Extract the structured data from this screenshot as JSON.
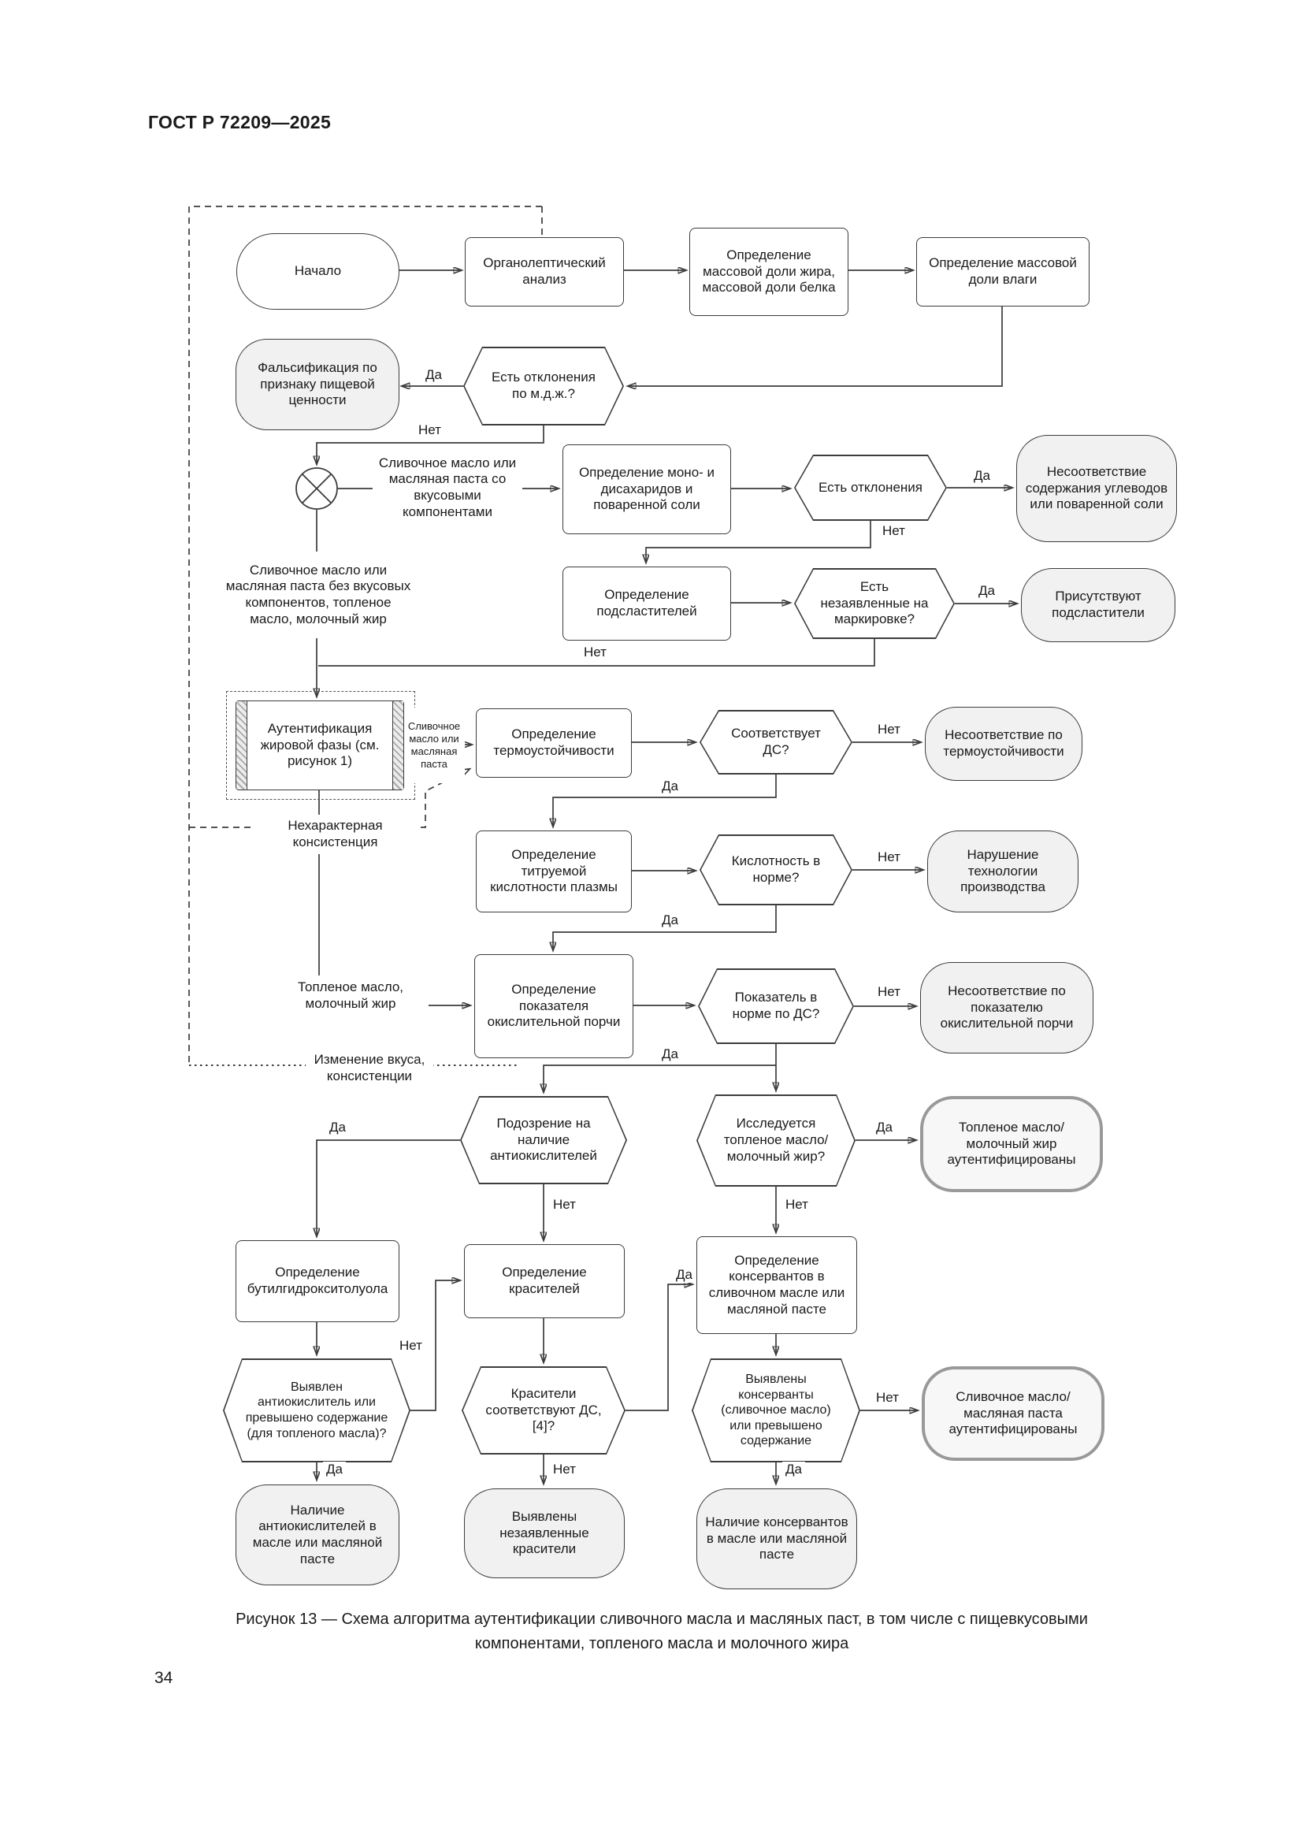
{
  "page": {
    "header": "ГОСТ Р 72209—2025",
    "page_number": "34",
    "caption": "Рисунок 13 — Схема алгоритма аутентификации сливочного масла и масляных паст, в том числе с пищевкусовыми компонентами, топленого масла и молочного жира"
  },
  "labels": {
    "yes": "Да",
    "no": "Нет"
  },
  "colors": {
    "ink": "#3c3c3c",
    "terminal_fill": "#f1f1f1",
    "bold_border": "#999999"
  },
  "icons": {
    "junction_cross": "circle-with-x"
  },
  "annotations": {
    "flavored": "Сливочное масло или масляная паста со вкусовыми компонентами",
    "plain": "Сливочное масло или масляная паста без вкусовых компонентов, топленое масло, молочный жир",
    "butter_paste_small": "Сливочное масло или масляная паста",
    "uncharacteristic": "Нехарактерная консистенция",
    "ghee": "Топленое масло, молочный жир",
    "taste_change": "Изменение вкуса, консистенции"
  },
  "nodes": {
    "start": "Начало",
    "organoleptic": "Органолептический анализ",
    "fat_protein": "Определение массовой доли жира, массовой доли белка",
    "moisture": "Определение массовой доли влаги",
    "falsification": "Фальсификация по признаку пищевой ценности",
    "deviation_fat": "Есть отклонения по м.д.ж.?",
    "mono_di": "Определение моно- и дисахаридов и поваренной соли",
    "deviations": "Есть отклонения",
    "carb_mismatch": "Несоответствие содержания углеводов или поваренной соли",
    "sweeteners": "Определение подсластителей",
    "undeclared_label": "Есть незаявленные на маркировке?",
    "sweeteners_present": "Присутствуют подсластители",
    "fat_phase_auth": "Аутентификация жировой фазы (см. рисунок 1)",
    "thermal": "Определение термоустойчивости",
    "match_ds": "Соответствует ДС?",
    "thermal_mismatch": "Несоответствие по термоустойчивости",
    "titratable": "Определение титруемой кислотности плазмы",
    "acidity_norm": "Кислотность в норме?",
    "tech_violation": "Нарушение технологии производства",
    "oxidative": "Определение показателя окислительной порчи",
    "indicator_norm": "Показатель в норме по ДС?",
    "oxidative_mismatch": "Несоответствие по показателю окислительной порчи",
    "antioxidant_suspicion": "Подозрение на наличие антиокислителей",
    "ghee_test": "Исследуется топленое масло/молочный жир?",
    "ghee_auth": "Топленое масло/ молочный жир аутентифицированы",
    "bht": "Определение бутилгидрокситолуола",
    "dyes": "Определение красителей",
    "preservatives": "Определение консервантов в сливочном масле или масляной пасте",
    "antioxidant_found": "Выявлен антиокислитель или превышено содержание (для топленого масла)?",
    "dyes_match": "Красители соответствуют ДС, [4]?",
    "preservatives_found": "Выявлены консерванты (сливочное масло) или превышено содержание",
    "butter_auth": "Сливочное масло/ масляная паста аутентифицированы",
    "antioxidants_present": "Наличие антиокислителей в масле или масляной пасте",
    "undeclared_dyes": "Выявлены незаявленные красители",
    "preservatives_present": "Наличие консервантов в масле или масляной пасте"
  }
}
